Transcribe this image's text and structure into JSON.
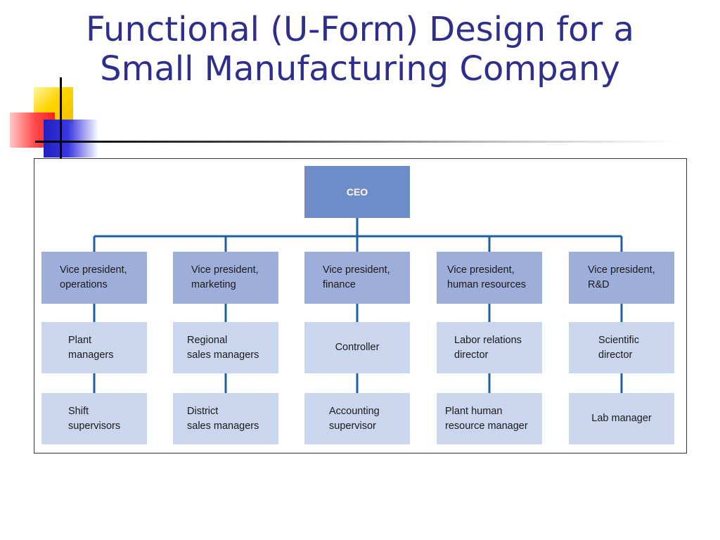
{
  "slide": {
    "title_line1": "Functional (U-Form) Design for a",
    "title_line2": "Small Manufacturing Company"
  },
  "org_chart": {
    "ceo": "CEO",
    "columns": [
      {
        "vp": [
          "Vice president,",
          "operations"
        ],
        "level2": [
          "Plant",
          "managers"
        ],
        "level3": [
          "Shift",
          "supervisors"
        ]
      },
      {
        "vp": [
          "Vice president,",
          "marketing"
        ],
        "level2": [
          "Regional",
          "sales managers"
        ],
        "level3": [
          "District",
          "sales managers"
        ]
      },
      {
        "vp": [
          "Vice president,",
          "finance"
        ],
        "level2": [
          "Controller"
        ],
        "level3": [
          "Accounting",
          "supervisor"
        ]
      },
      {
        "vp": [
          "Vice president,",
          "human resources"
        ],
        "level2": [
          "Labor relations",
          "director"
        ],
        "level3": [
          "Plant human",
          "resource manager"
        ]
      },
      {
        "vp": [
          "Vice president,",
          "R&D"
        ],
        "level2": [
          "Scientific",
          "director"
        ],
        "level3": [
          "Lab manager"
        ]
      }
    ],
    "colors": {
      "ceo_fill": "#6e8cc7",
      "vp_fill": "#9caed9",
      "level_fill": "#c9d6ee",
      "connector": "#1f5fa0",
      "title": "#2e2e8c"
    }
  }
}
